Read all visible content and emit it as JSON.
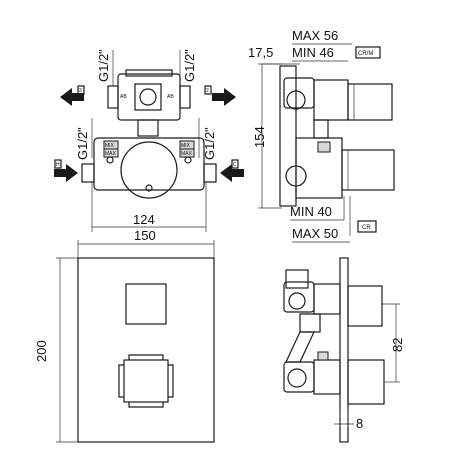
{
  "dimensions": {
    "top_left": {
      "thread_top_left": "G1/2\"",
      "thread_top_right": "G1/2\"",
      "thread_bottom_left": "G1/2\"",
      "thread_bottom_right": "G1/2\"",
      "width": "124"
    },
    "top_right": {
      "max_top": "MAX 56",
      "min_top": "MIN 46",
      "offset": "17,5",
      "height": "154",
      "min_bottom": "MIN 40",
      "max_bottom": "MAX 50"
    },
    "bottom_left": {
      "width": "150",
      "height": "200"
    },
    "bottom_right": {
      "height": "82",
      "depth": "8"
    }
  },
  "labels": {
    "crm": "CR/M",
    "cr": "CR",
    "outlet_left": "3",
    "outlet_right": "2",
    "inlet_hot": "H",
    "inlet_cold": "C",
    "valve_mix": "MIX",
    "valve_max": "MAX"
  },
  "icons": [
    "arrow-left-icon",
    "arrow-right-icon"
  ]
}
